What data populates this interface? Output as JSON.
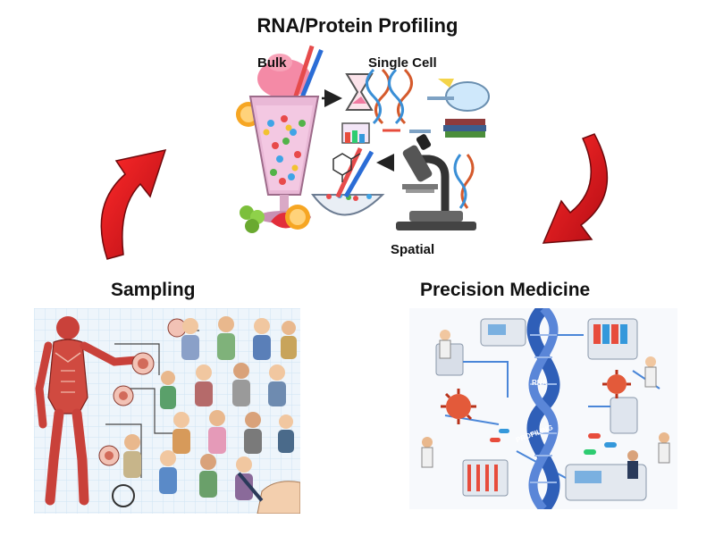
{
  "title": "RNA/Protein Profiling",
  "profiling": {
    "bulk_label": "Bulk",
    "single_cell_label": "Single Cell",
    "spatial_label": "Spatial"
  },
  "sampling": {
    "label": "Sampling"
  },
  "precision": {
    "label": "Precision Medicine",
    "helix_text_1": "RNA",
    "helix_text_2": "PROFILING"
  },
  "colors": {
    "arrow_red": "#e3121b",
    "arrow_dark": "#8a0b10",
    "helix_blue": "#2f5fb8",
    "grid_blue": "#cfe3f3"
  },
  "icons": [
    "smoothie-glass-icon",
    "microscope-icon",
    "dna-icon",
    "muscle-anatomy-icon",
    "virus-icon",
    "dna-helix-icon"
  ]
}
